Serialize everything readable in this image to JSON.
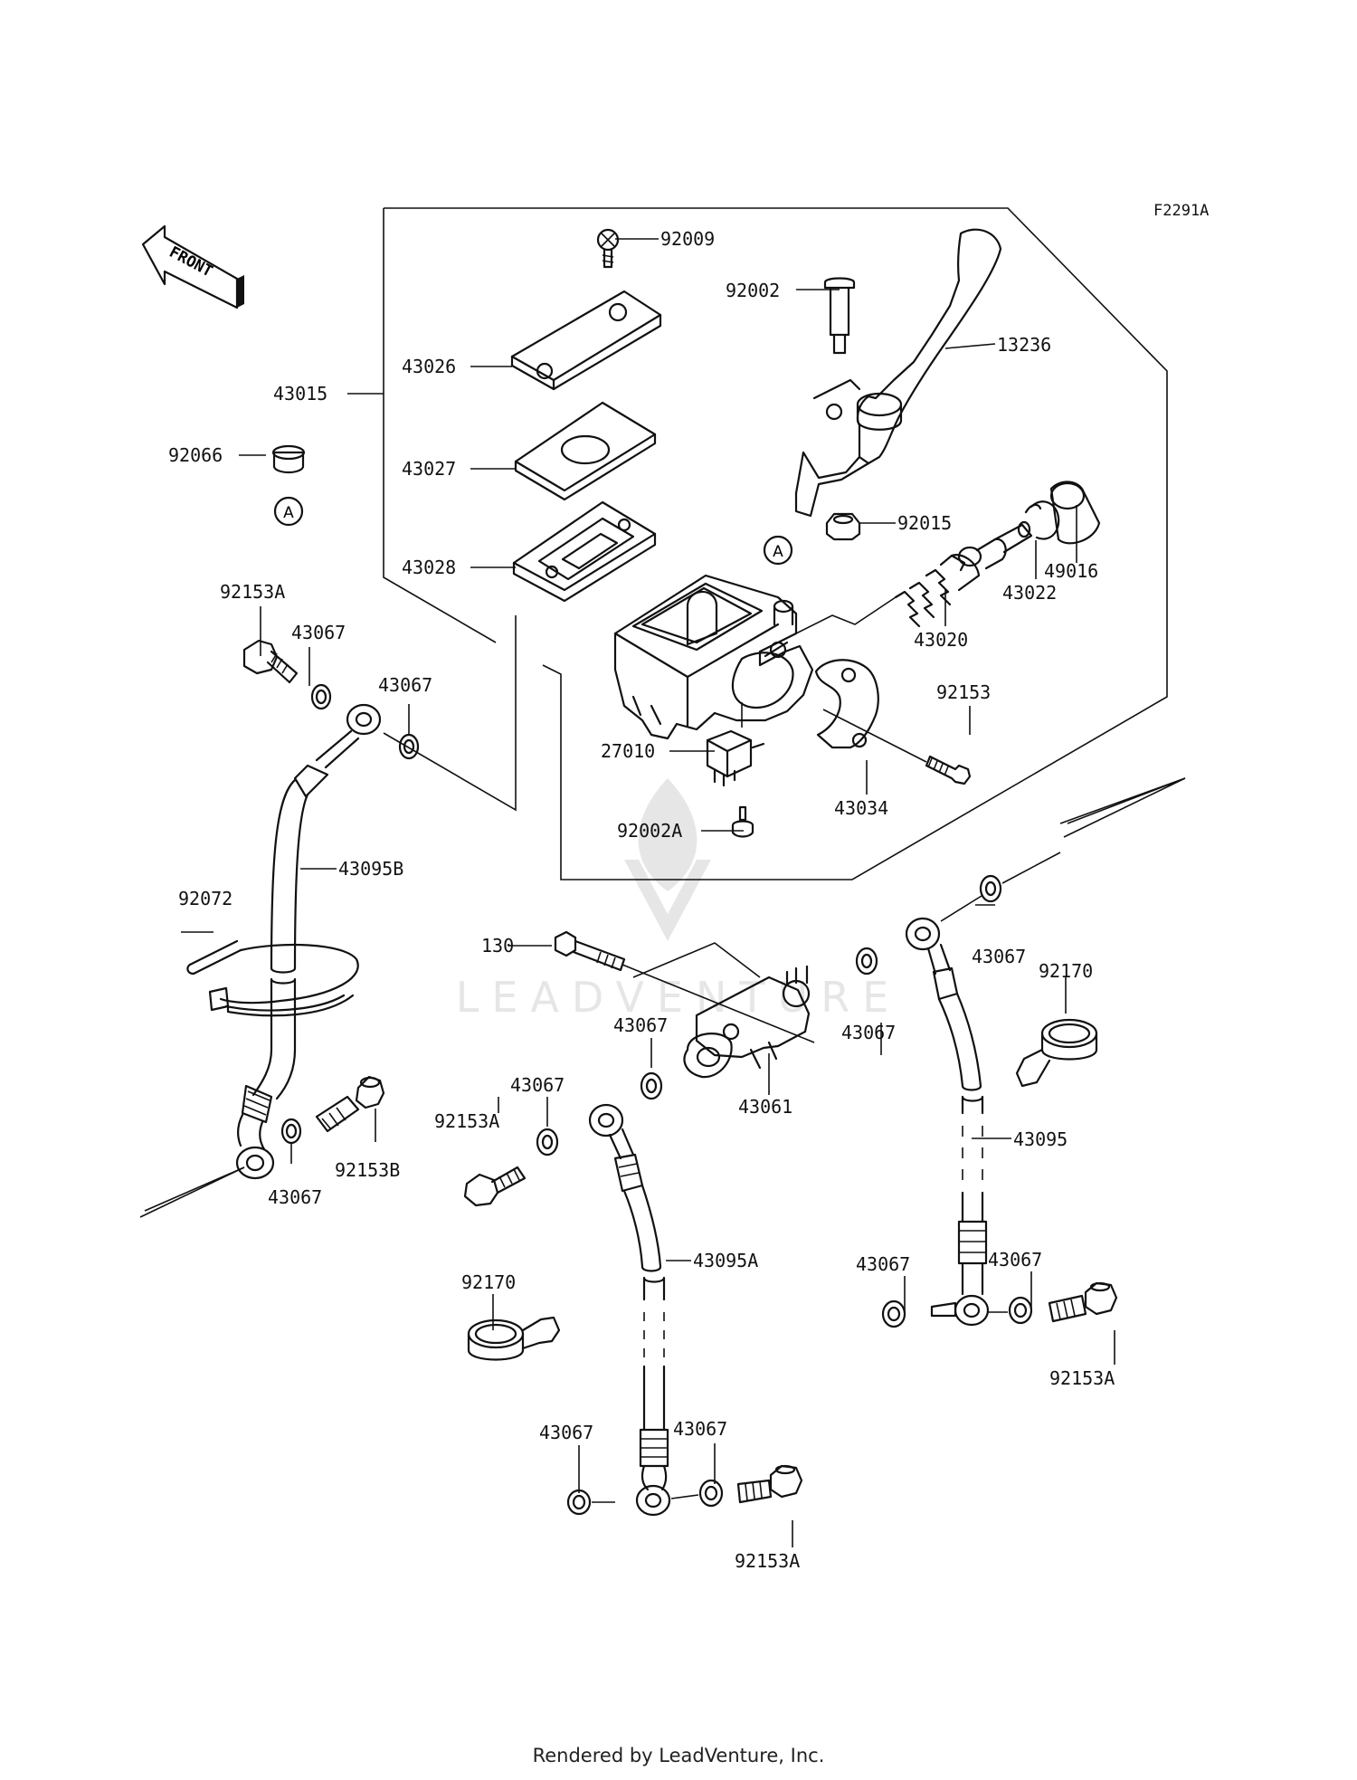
{
  "diagram_code": "F2291A",
  "front_label": "FRONT",
  "watermark": "LEADVENTURE",
  "footer": "Rendered by LeadVenture, Inc.",
  "callout_letter": "A",
  "labels": {
    "p92009": "92009",
    "p92002": "92002",
    "p13236": "13236",
    "p43026": "43026",
    "p43015": "43015",
    "p92066": "92066",
    "p43027": "43027",
    "p92015": "92015",
    "p49016": "49016",
    "p43028": "43028",
    "p43022": "43022",
    "p92153A_1": "92153A",
    "p43067_1": "43067",
    "p43020": "43020",
    "p43067_2": "43067",
    "p92153": "92153",
    "p27010": "27010",
    "p43034": "43034",
    "p92002A": "92002A",
    "p43095B": "43095B",
    "p92072": "92072",
    "p130": "130",
    "p43067_3": "43067",
    "p92170_1": "92170",
    "p43067_4": "43067",
    "p43067_5": "43067",
    "p43061": "43061",
    "p43067_6": "43067",
    "p92153A_2": "92153A",
    "p43095": "43095",
    "p92153B": "92153B",
    "p43067_7": "43067",
    "p43095A": "43095A",
    "p92170_2": "92170",
    "p43067_8": "43067",
    "p43067_9": "43067",
    "p92153A_3": "92153A",
    "p43067_10": "43067",
    "p43067_11": "43067",
    "p92153A_4": "92153A"
  }
}
